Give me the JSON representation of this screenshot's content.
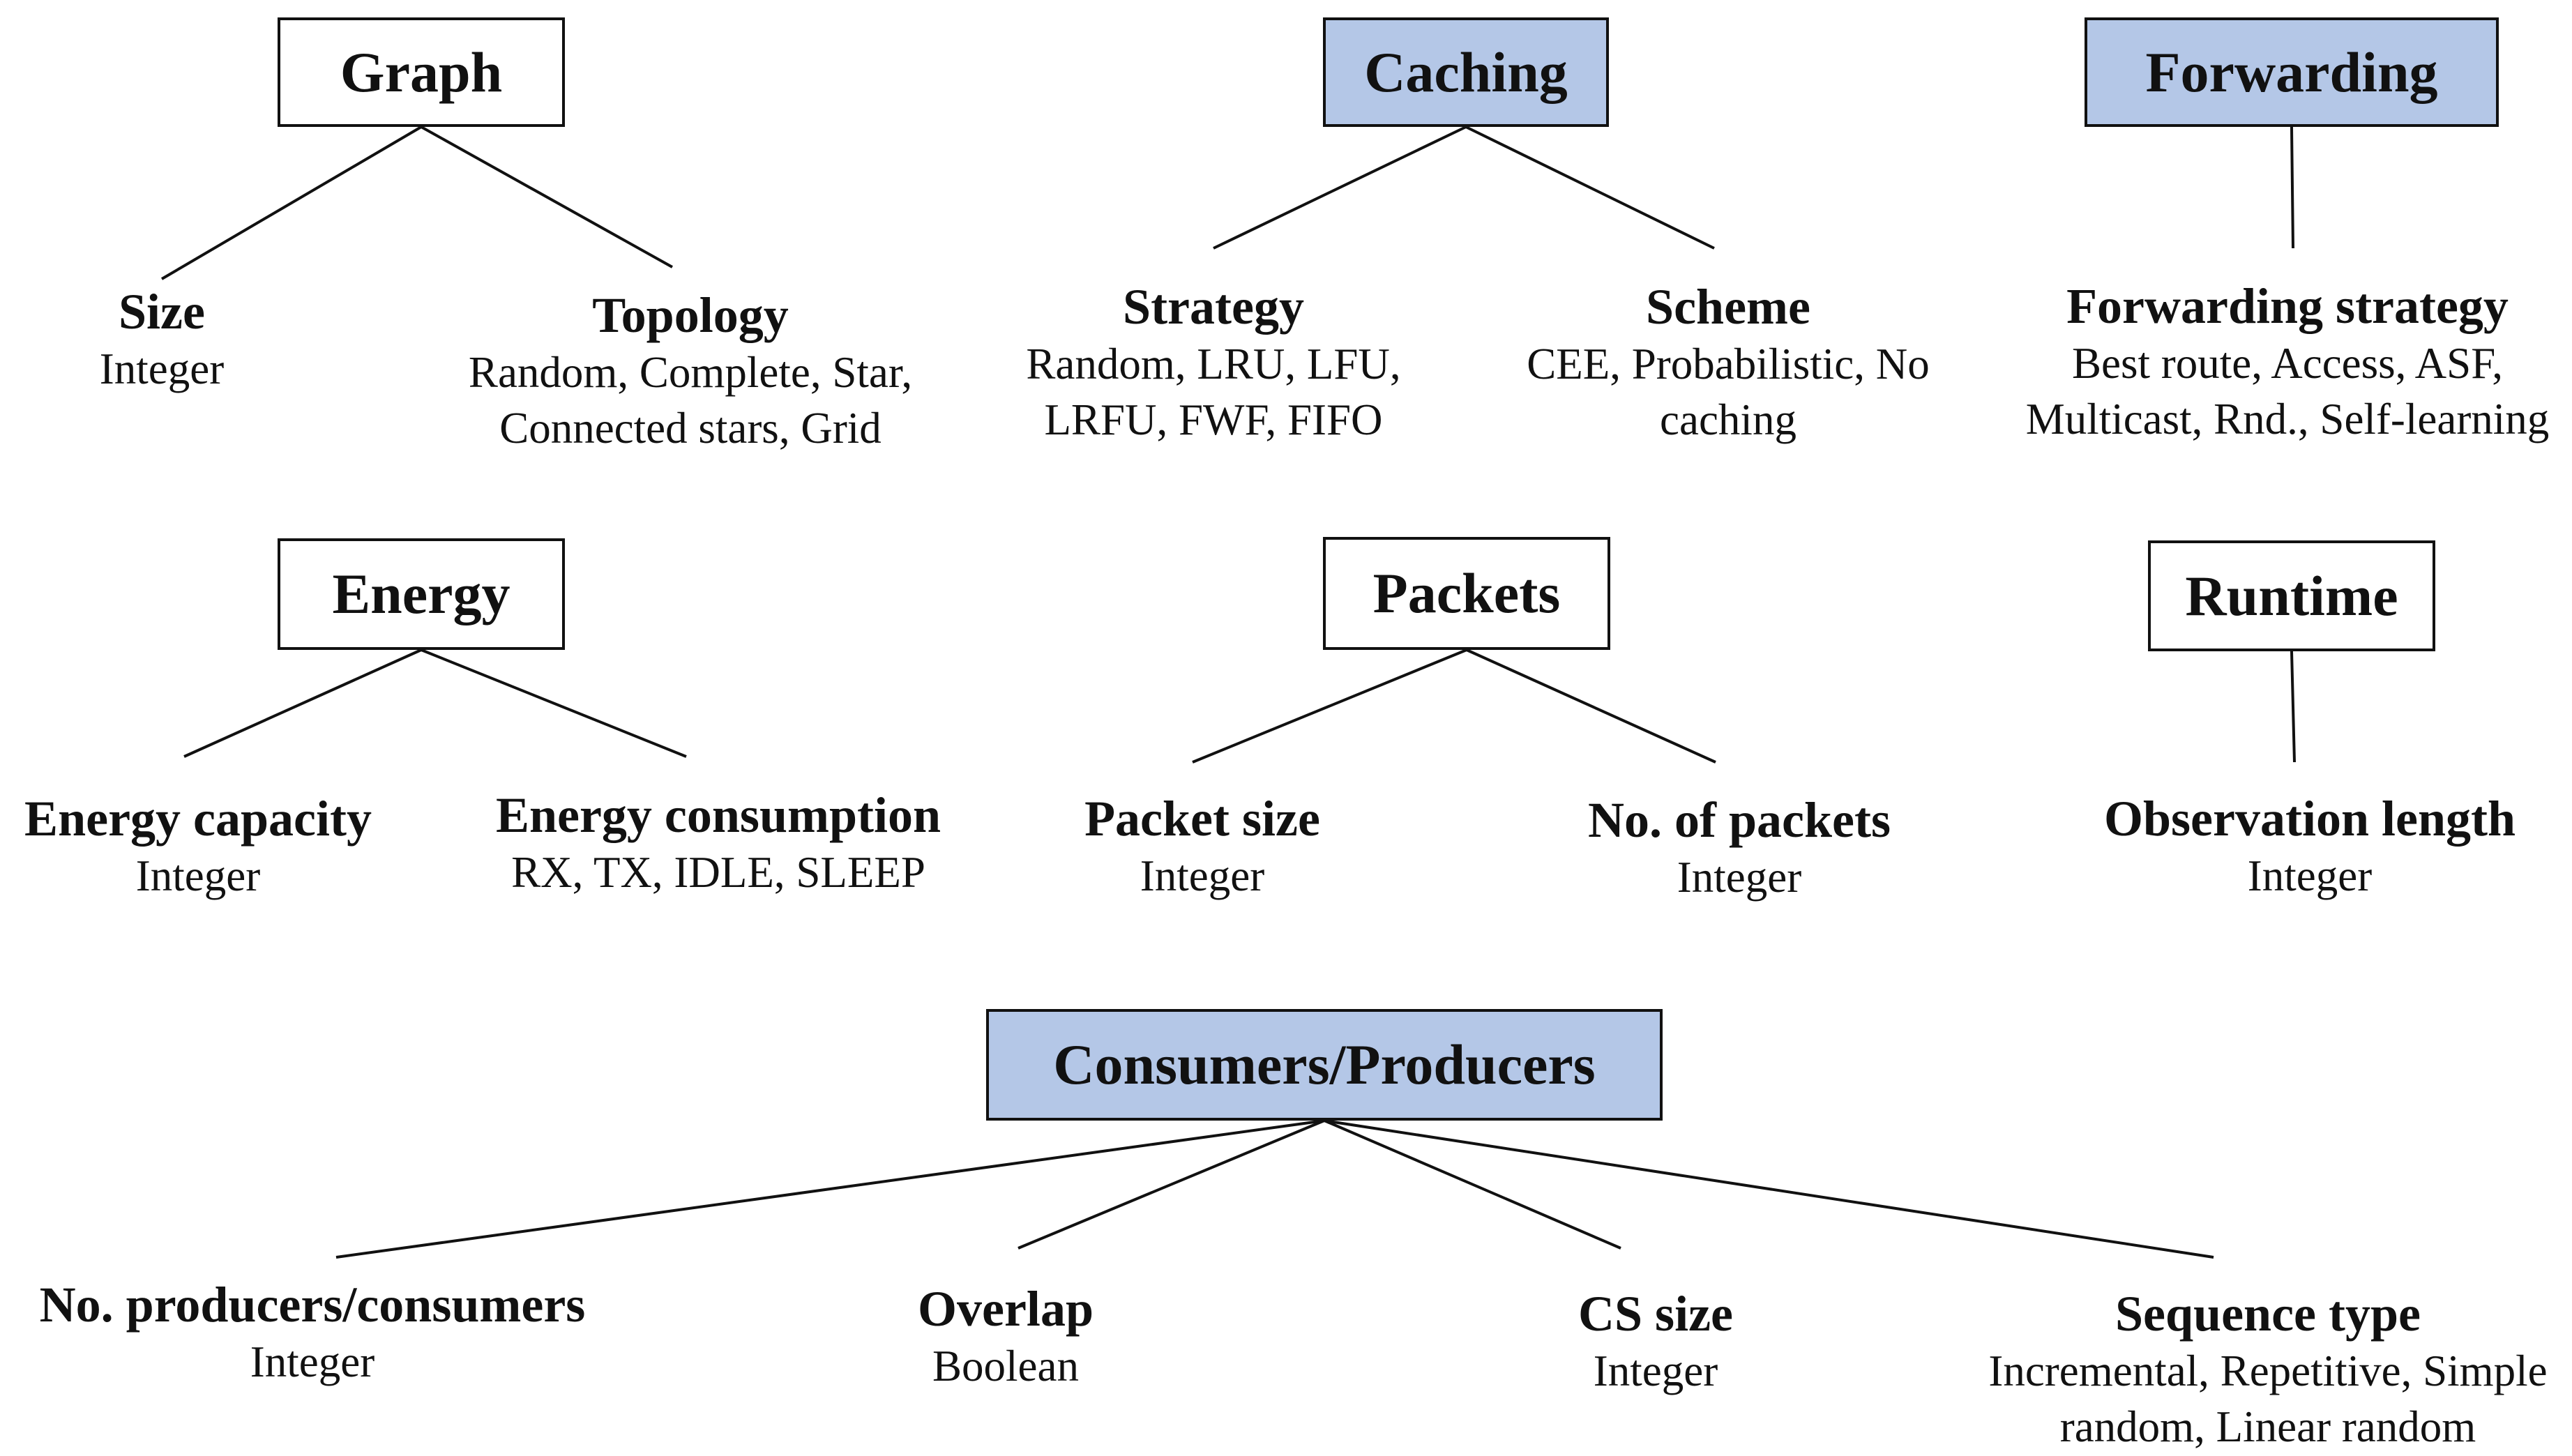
{
  "colors": {
    "highlight": "#b4c7e7",
    "line": "#111111"
  },
  "groups": {
    "graph": {
      "title": "Graph",
      "highlighted": false,
      "children": [
        {
          "title": "Size",
          "values": [
            "Integer"
          ]
        },
        {
          "title": "Topology",
          "values": [
            "Random, Complete, Star,",
            "Connected stars, Grid"
          ]
        }
      ]
    },
    "caching": {
      "title": "Caching",
      "highlighted": true,
      "children": [
        {
          "title": "Strategy",
          "values": [
            "Random, LRU, LFU,",
            "LRFU, FWF, FIFO"
          ]
        },
        {
          "title": "Scheme",
          "values": [
            "CEE, Probabilistic, No",
            "caching"
          ]
        }
      ]
    },
    "forwarding": {
      "title": "Forwarding",
      "highlighted": true,
      "children": [
        {
          "title": "Forwarding strategy",
          "values": [
            "Best route, Access, ASF,",
            "Multicast, Rnd., Self-learning"
          ]
        }
      ]
    },
    "energy": {
      "title": "Energy",
      "highlighted": false,
      "children": [
        {
          "title": "Energy capacity",
          "values": [
            "Integer"
          ]
        },
        {
          "title": "Energy consumption",
          "values": [
            "RX, TX, IDLE, SLEEP"
          ]
        }
      ]
    },
    "packets": {
      "title": "Packets",
      "highlighted": false,
      "children": [
        {
          "title": "Packet size",
          "values": [
            "Integer"
          ]
        },
        {
          "title": "No. of packets",
          "values": [
            "Integer"
          ]
        }
      ]
    },
    "runtime": {
      "title": "Runtime",
      "highlighted": false,
      "children": [
        {
          "title": "Observation length",
          "values": [
            "Integer"
          ]
        }
      ]
    },
    "consumers": {
      "title": "Consumers/Producers",
      "highlighted": true,
      "children": [
        {
          "title": "No. producers/consumers",
          "values": [
            "Integer"
          ]
        },
        {
          "title": "Overlap",
          "values": [
            "Boolean"
          ]
        },
        {
          "title": "CS size",
          "values": [
            "Integer"
          ]
        },
        {
          "title": "Sequence type",
          "values": [
            "Incremental, Repetitive, Simple",
            "random, Linear random"
          ]
        }
      ]
    }
  }
}
